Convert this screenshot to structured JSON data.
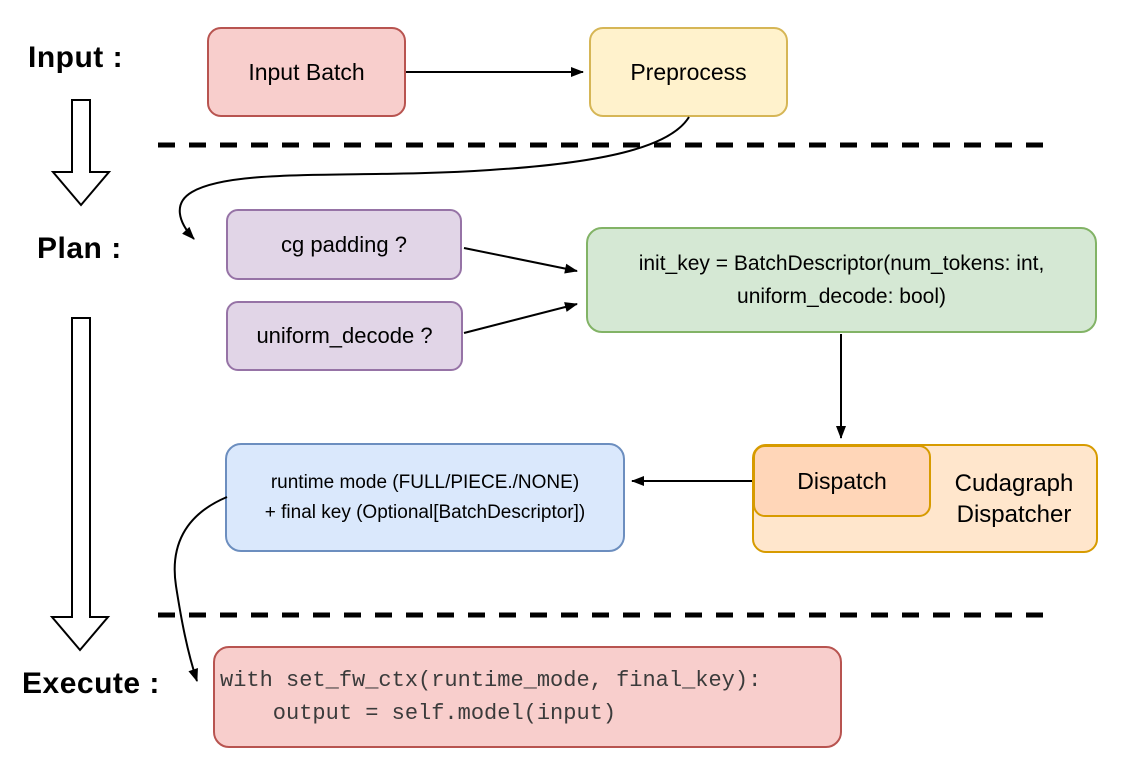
{
  "diagram": {
    "title_context": "cudagraph dispatch flow",
    "stage_labels": {
      "input": "Input :",
      "plan": "Plan :",
      "execute": "Execute :"
    },
    "nodes": {
      "input_batch": {
        "label": "Input Batch"
      },
      "preprocess": {
        "label": "Preprocess"
      },
      "cg_padding": {
        "label": "cg padding ?"
      },
      "uniform_decode": {
        "label": "uniform_decode ?"
      },
      "init_key": {
        "line1": "init_key = BatchDescriptor(num_tokens: int,",
        "line2": "uniform_decode: bool)"
      },
      "runtime_mode": {
        "line1": "runtime mode (FULL/PIECE./NONE)",
        "line2": "+ final key (Optional[BatchDescriptor])"
      },
      "dispatch": {
        "label": "Dispatch"
      },
      "cudagraph_dispatcher": {
        "line1": "Cudagraph",
        "line2": "Dispatcher"
      },
      "execute_code": {
        "line1": "with set_fw_ctx(runtime_mode, final_key):",
        "line2": "    output = self.model(input)"
      }
    },
    "palette": {
      "red_fill": "#f8cecc",
      "red_stroke": "#b85450",
      "yellow_fill": "#fff2cc",
      "yellow_stroke": "#d6b656",
      "purple_fill": "#e1d5e7",
      "purple_stroke": "#9673a6",
      "green_fill": "#d5e8d4",
      "green_stroke": "#82b366",
      "blue_fill": "#dae8fc",
      "blue_stroke": "#6c8ebf",
      "orange_fill": "#ffe6cc",
      "orange_inner_fill": "#ffd6b8",
      "orange_stroke": "#d79b00",
      "line": "#000000",
      "code_text": "#3b3b3b"
    }
  }
}
